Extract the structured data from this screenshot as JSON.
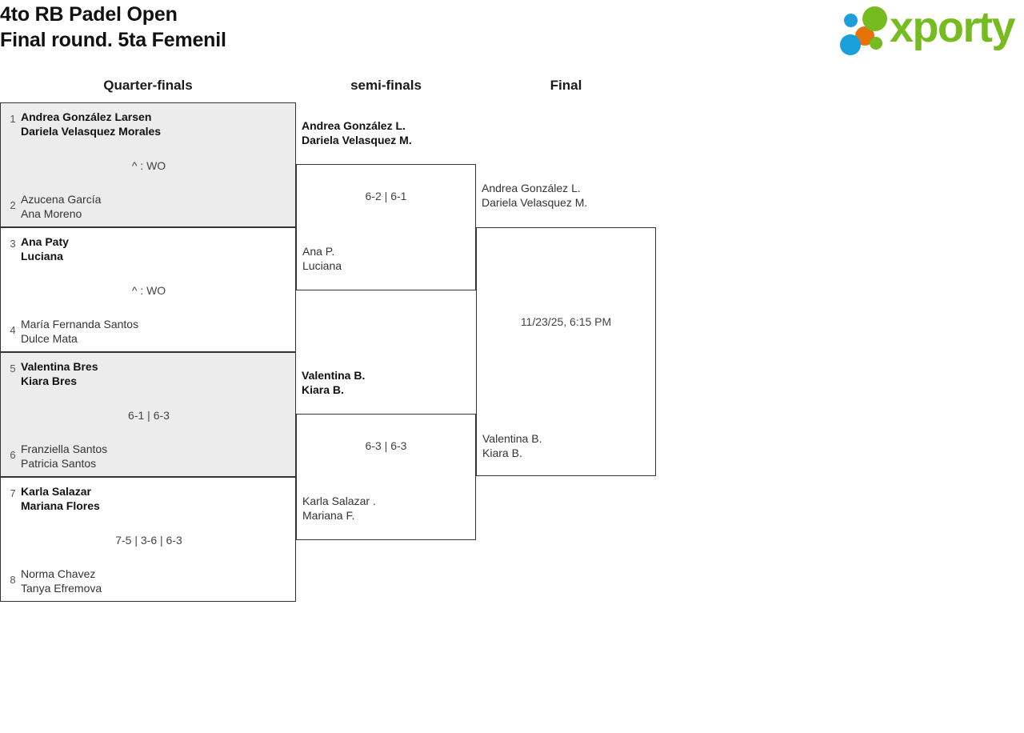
{
  "header": {
    "title_line1": "4to RB Padel Open",
    "title_line2": "Final round. 5ta Femenil",
    "logo_text": "xporty",
    "logo_colors": {
      "green": "#76bc21",
      "blue": "#1a9fdb",
      "orange": "#e8710a"
    }
  },
  "rounds": [
    {
      "label": "Quarter-finals"
    },
    {
      "label": "semi-finals"
    },
    {
      "label": "Final"
    }
  ],
  "quarter_finals": [
    {
      "shaded": true,
      "top": {
        "seed": "1",
        "p1": "Andrea González Larsen",
        "p2": "Dariela Velasquez Morales",
        "winner": true
      },
      "bottom": {
        "seed": "2",
        "p1": "Azucena García",
        "p2": "Ana Moreno",
        "winner": false
      },
      "score": "^ : WO"
    },
    {
      "shaded": false,
      "top": {
        "seed": "3",
        "p1": "Ana Paty",
        "p2": "Luciana",
        "winner": true
      },
      "bottom": {
        "seed": "4",
        "p1": "María Fernanda Santos",
        "p2": "Dulce Mata",
        "winner": false
      },
      "score": "^ : WO"
    },
    {
      "shaded": true,
      "top": {
        "seed": "5",
        "p1": "Valentina Bres",
        "p2": "Kiara Bres",
        "winner": true
      },
      "bottom": {
        "seed": "6",
        "p1": "Franziella Santos",
        "p2": "Patricia Santos",
        "winner": false
      },
      "score": "6-1 | 6-3"
    },
    {
      "shaded": false,
      "top": {
        "seed": "7",
        "p1": "Karla Salazar",
        "p2": "Mariana Flores",
        "winner": true
      },
      "bottom": {
        "seed": "8",
        "p1": "Norma Chavez",
        "p2": "Tanya Efremova",
        "winner": false
      },
      "score": "7-5 | 3-6 | 6-3"
    }
  ],
  "semi_finals": [
    {
      "top": {
        "p1": "Andrea González L.",
        "p2": "Dariela Velasquez M.",
        "winner": true
      },
      "bottom": {
        "p1": "Ana P.",
        "p2": "Luciana",
        "winner": false
      },
      "score": "6-2 | 6-1"
    },
    {
      "top": {
        "p1": "Valentina B.",
        "p2": "Kiara B.",
        "winner": true
      },
      "bottom": {
        "p1": "Karla Salazar .",
        "p2": "Mariana F.",
        "winner": false
      },
      "score": "6-3 | 6-3"
    }
  ],
  "final": {
    "top": {
      "p1": "Andrea González L.",
      "p2": "Dariela Velasquez M.",
      "winner": false
    },
    "bottom": {
      "p1": "Valentina B.",
      "p2": "Kiara B.",
      "winner": false
    },
    "score": "11/23/25, 6:15 PM"
  }
}
